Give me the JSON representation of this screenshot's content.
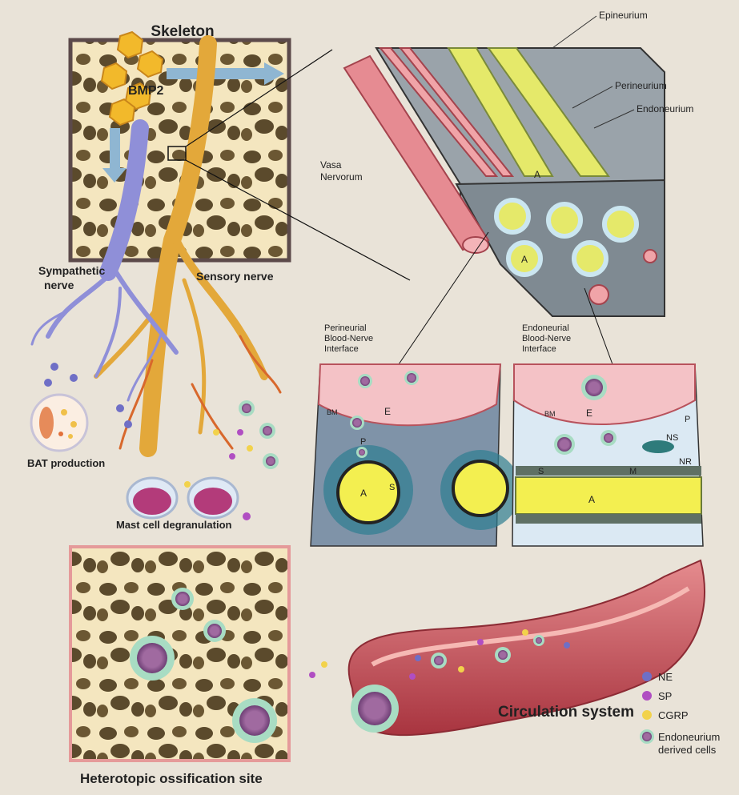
{
  "title": "Skeleton",
  "labels": {
    "bmp2": "BMP2",
    "sympathetic": [
      "Sympathetic",
      "nerve"
    ],
    "sensory": "Sensory nerve",
    "bat": "BAT production",
    "mast": "Mast cell degranulation",
    "ho_site": "Heterotopic ossification site",
    "circulation": "Circulation system",
    "epineurium": "Epineurium",
    "perineurium": "Perineurium",
    "endoneurium": "Endoneurium",
    "vasa": [
      "Vasa",
      "Nervorum"
    ],
    "axon": "A",
    "peri_interface": [
      "Perineurial",
      "Blood-Nerve",
      "Interface"
    ],
    "endo_interface": [
      "Endoneurial",
      "Blood-Nerve",
      "Interface"
    ],
    "inset_letters": {
      "E": "E",
      "P": "P",
      "A": "A",
      "S": "S",
      "M": "M",
      "NS": "NS",
      "NR": "NR",
      "BM": "BM"
    }
  },
  "legend": [
    {
      "label": "NE",
      "color": "#6f6fc6"
    },
    {
      "label": "SP",
      "color": "#b04ec2"
    },
    {
      "label": "CGRP",
      "color": "#f2d24b"
    },
    {
      "label": [
        "Endoneurium",
        "derived cells"
      ],
      "color": "#8fd3b0"
    }
  ],
  "colors": {
    "bone": "#f3e2b0",
    "marrow": "#5a4a2e",
    "sympathetic": "#8f8fd8",
    "sensory": "#e3a83a",
    "vessel": "#c9555f",
    "nerve_axon": "#e5e96a",
    "nerve_sheath": "#8d9aa3"
  }
}
